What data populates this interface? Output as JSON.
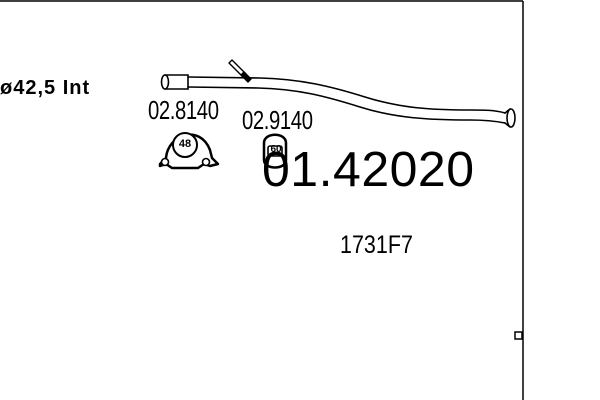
{
  "drawing": {
    "diameter_label": "ø42,5  Int",
    "part_number": "01.42020",
    "oe_number": "1731F7"
  },
  "accessories": [
    {
      "ref": "02.8140",
      "size_label": "48"
    },
    {
      "ref": "02.9140",
      "size_label": "60"
    }
  ]
}
